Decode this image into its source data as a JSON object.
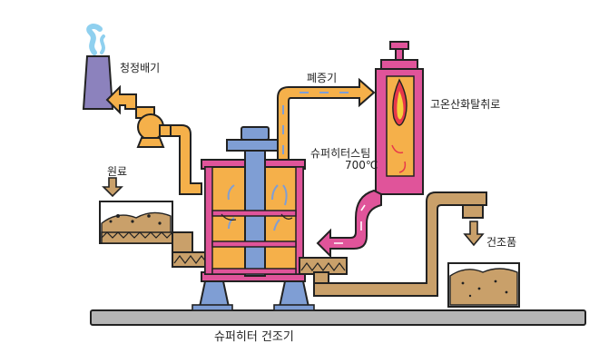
{
  "labels": {
    "clean_exhaust": "청정배기",
    "raw_material": "원료",
    "waste_steam": "폐증기",
    "high_temp_oxidation_furnace": "고온산화탈취로",
    "superheated_steam": "슈퍼히터스팀",
    "steam_temperature": "700℃",
    "dried_product": "건조품",
    "dryer_title": "슈퍼히터 건조기"
  },
  "colors": {
    "outline": "#222222",
    "duct_orange": "#f5b04a",
    "vessel_orange": "#f5b04a",
    "core_blue": "#7f9ed4",
    "furnace_pink": "#e0549a",
    "flame_red": "#e8384a",
    "flame_yellow": "#f7d03c",
    "material_brown": "#c9a06a",
    "chimney_purple": "#8c82bd",
    "ground_gray": "#b5b5b5"
  }
}
